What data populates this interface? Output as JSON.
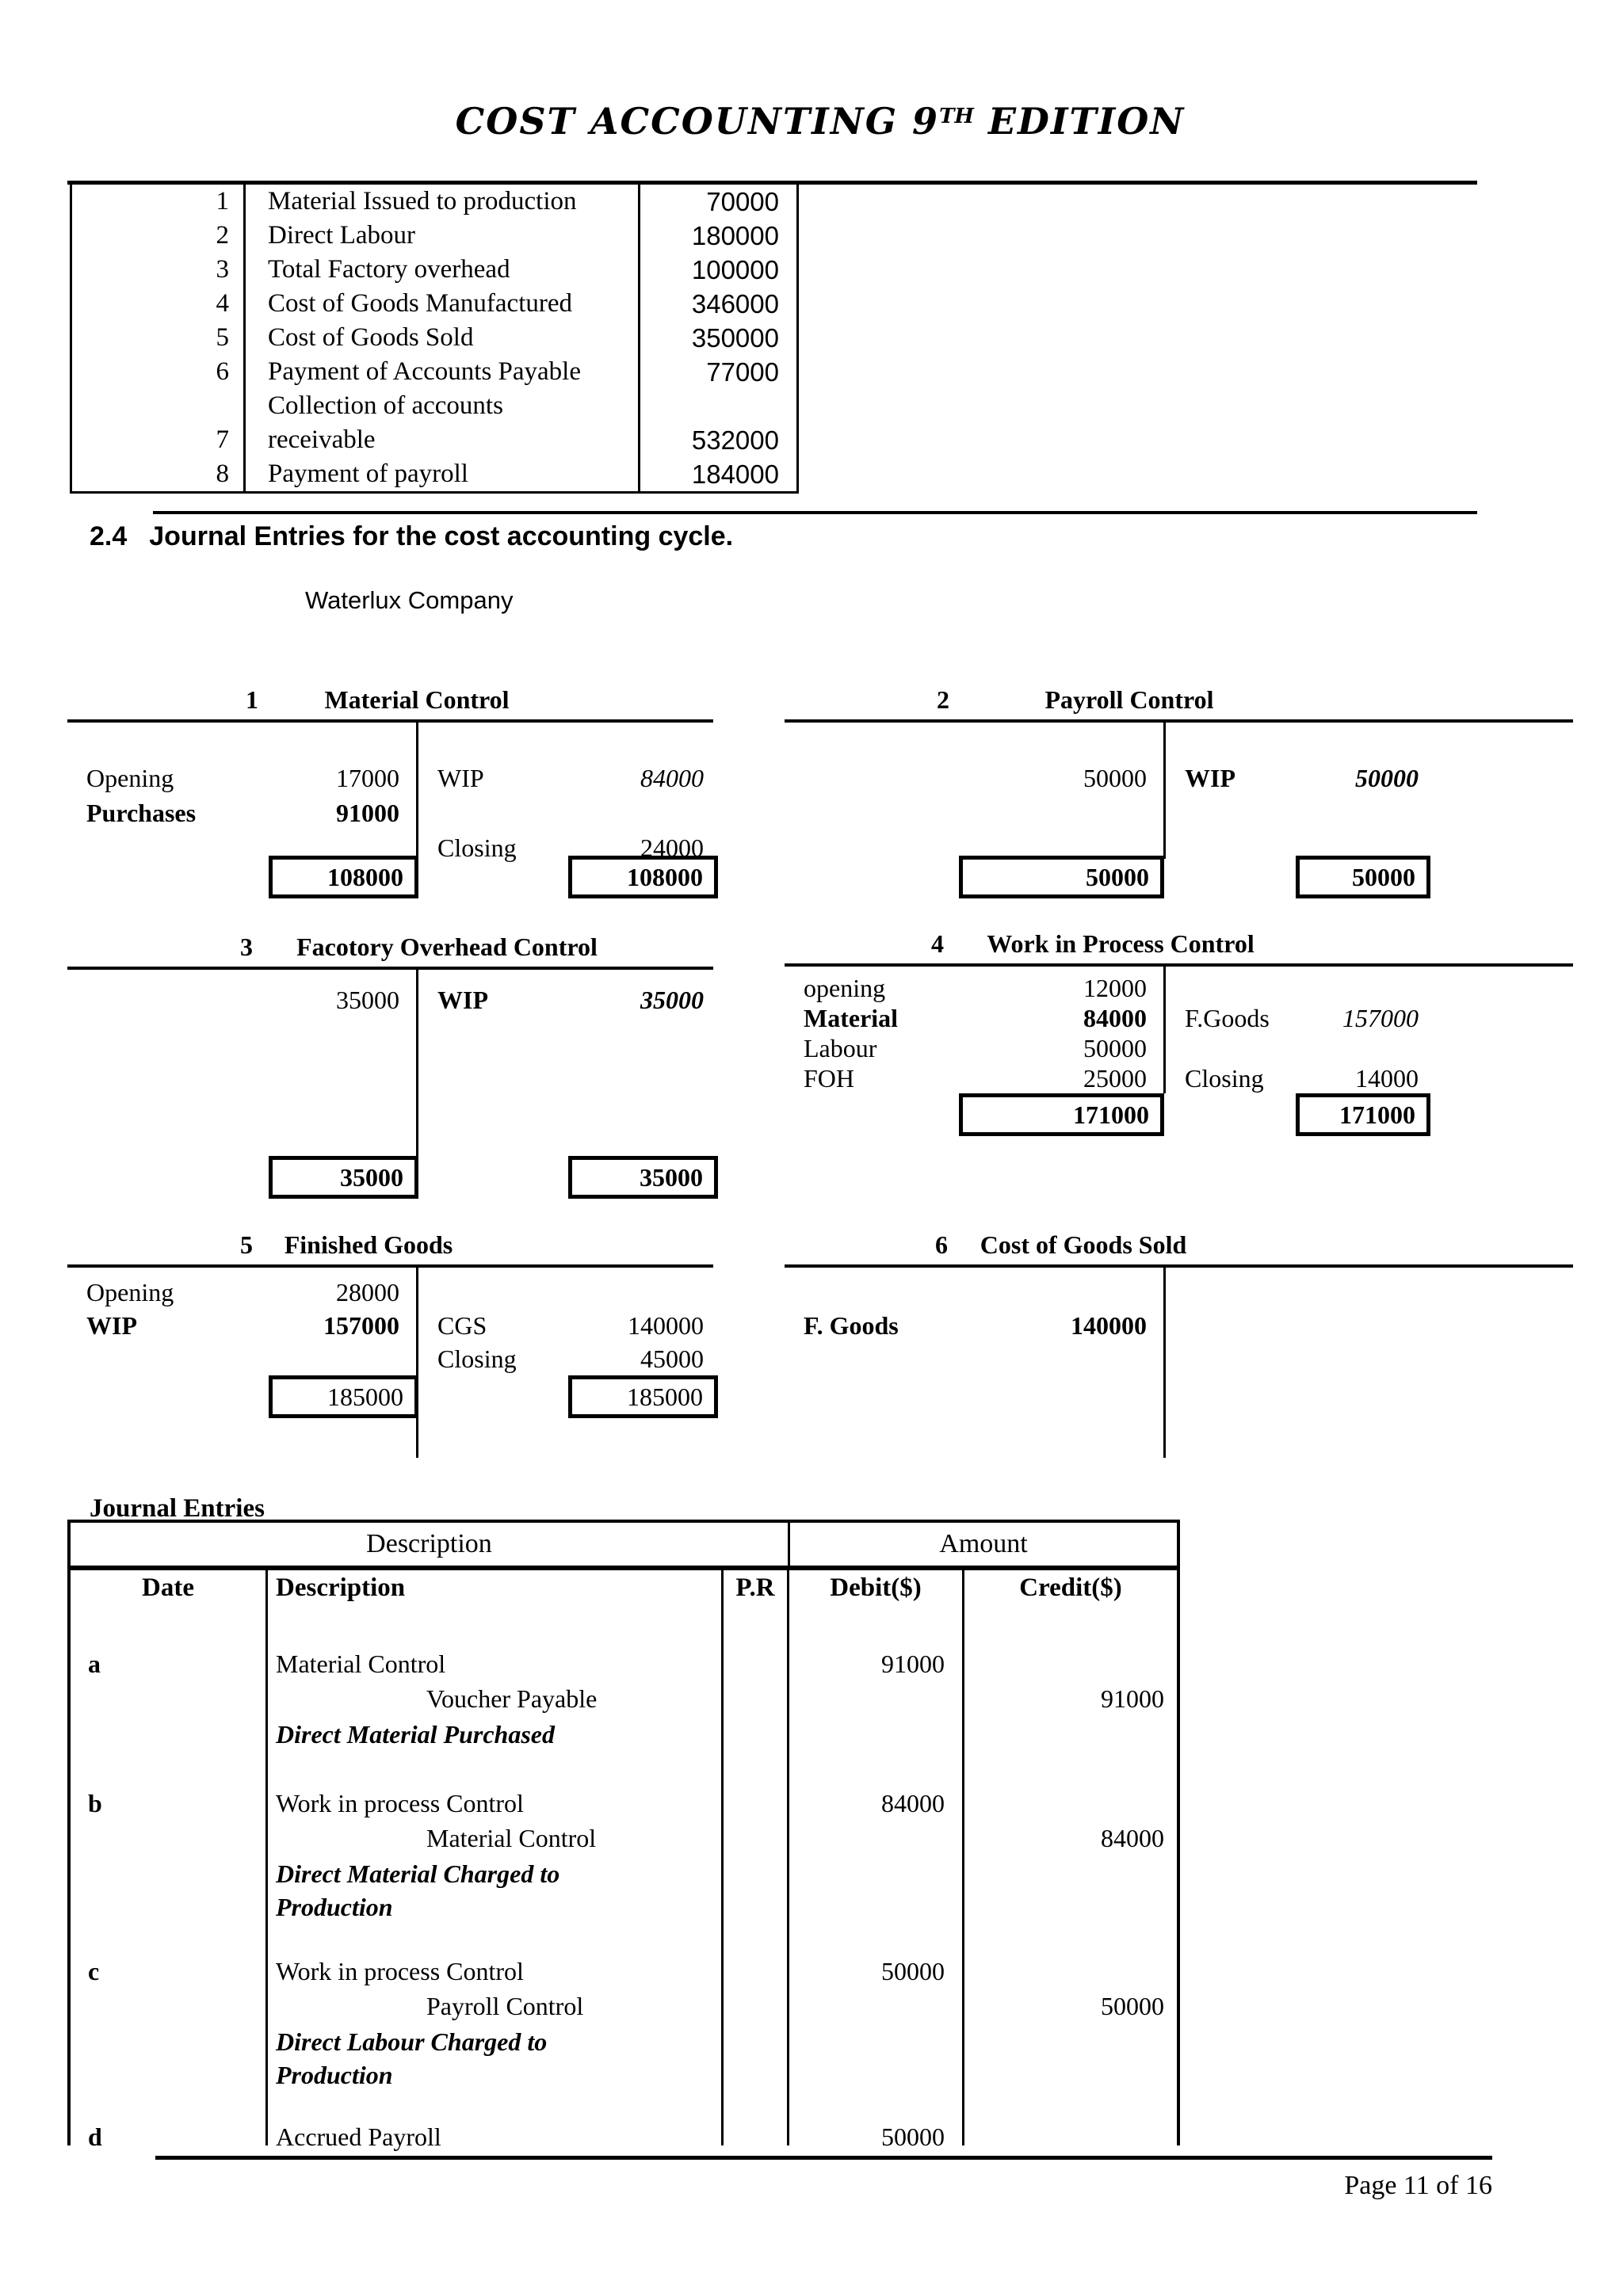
{
  "page": {
    "title_part1": "COST ACCOUNTING 9",
    "title_sup": "TH",
    "title_part2": " EDITION",
    "footer": "Page 11 of 16"
  },
  "summary_table": {
    "rows": [
      {
        "num": "1",
        "desc": "Material Issued to production",
        "amount": "70000"
      },
      {
        "num": "2",
        "desc": "Direct Labour",
        "amount": "180000"
      },
      {
        "num": "3",
        "desc": "Total Factory overhead",
        "amount": "100000"
      },
      {
        "num": "4",
        "desc": "Cost of Goods Manufactured",
        "amount": "346000"
      },
      {
        "num": "5",
        "desc": "Cost of Goods Sold",
        "amount": "350000"
      },
      {
        "num": "6",
        "desc": "Payment of Accounts Payable",
        "amount": "77000"
      },
      {
        "num": "",
        "desc": "Collection of accounts",
        "amount": ""
      },
      {
        "num": "7",
        "desc": "receivable",
        "amount": "532000"
      },
      {
        "num": "8",
        "desc": "Payment of payroll",
        "amount": "184000"
      }
    ]
  },
  "section": {
    "number": "2.4",
    "heading": "Journal Entries for the cost accounting cycle."
  },
  "company": "Waterlux Company",
  "t_accounts": [
    {
      "num": "1",
      "name": "Material Control",
      "rows": [
        {
          "ll": "Opening",
          "lv": "17000",
          "rl": "WIP",
          "rv": "84000"
        },
        {
          "ll": "Purchases",
          "lv": "91000",
          "rl": "",
          "rv": ""
        },
        {
          "ll": "",
          "lv": "",
          "rl": "Closing",
          "rv": "24000"
        }
      ],
      "total_left": "108000",
      "total_right": "108000"
    },
    {
      "num": "2",
      "name": "Payroll Control",
      "rows": [
        {
          "ll": "",
          "lv": "50000",
          "rl": "WIP",
          "rv": "50000"
        }
      ],
      "total_left": "50000",
      "total_right": "50000"
    },
    {
      "num": "3",
      "name": "Facotory Overhead Control",
      "rows": [
        {
          "ll": "",
          "lv": "35000",
          "rl": "WIP",
          "rv": "35000"
        }
      ],
      "total_left": "35000",
      "total_right": "35000"
    },
    {
      "num": "4",
      "name": "Work in Process Control",
      "rows": [
        {
          "ll": "opening",
          "lv": "12000",
          "rl": "",
          "rv": ""
        },
        {
          "ll": "Material",
          "lv": "84000",
          "rl": "F.Goods",
          "rv": "157000"
        },
        {
          "ll": "Labour",
          "lv": "50000",
          "rl": "",
          "rv": ""
        },
        {
          "ll": "FOH",
          "lv": "25000",
          "rl": "Closing",
          "rv": "14000"
        }
      ],
      "total_left": "171000",
      "total_right": "171000"
    },
    {
      "num": "5",
      "name": "Finished Goods",
      "rows": [
        {
          "ll": "Opening",
          "lv": "28000",
          "rl": "",
          "rv": ""
        },
        {
          "ll": "WIP",
          "lv": "157000",
          "rl": "CGS",
          "rv": "140000"
        },
        {
          "ll": "",
          "lv": "",
          "rl": "Closing",
          "rv": "45000"
        }
      ],
      "total_left": "185000",
      "total_right": "185000"
    },
    {
      "num": "6",
      "name": "Cost of Goods Sold",
      "rows": [
        {
          "ll": "F. Goods",
          "lv": "140000",
          "rl": "",
          "rv": ""
        }
      ],
      "total_left": "",
      "total_right": ""
    }
  ],
  "journal": {
    "label": "Journal Entries",
    "header": {
      "description_group": "Description",
      "amount_group": "Amount",
      "date": "Date",
      "description": "Description",
      "pr": "P.R",
      "debit": "Debit($)",
      "credit": "Credit($)"
    },
    "entries": [
      {
        "letter": "a",
        "line1": "Material Control",
        "debit1": "91000",
        "line2": "Voucher Payable",
        "credit2": "91000",
        "note": "Direct Material Purchased"
      },
      {
        "letter": "b",
        "line1": "Work in process Control",
        "debit1": "84000",
        "line2": "Material Control",
        "credit2": "84000",
        "note": "Direct Material Charged to Production"
      },
      {
        "letter": "c",
        "line1": "Work in process Control",
        "debit1": "50000",
        "line2": "Payroll Control",
        "credit2": "50000",
        "note": "Direct Labour Charged to Production"
      },
      {
        "letter": "d",
        "line1": "Accrued Payroll",
        "debit1": "50000",
        "line2": "",
        "credit2": "",
        "note": ""
      }
    ]
  }
}
